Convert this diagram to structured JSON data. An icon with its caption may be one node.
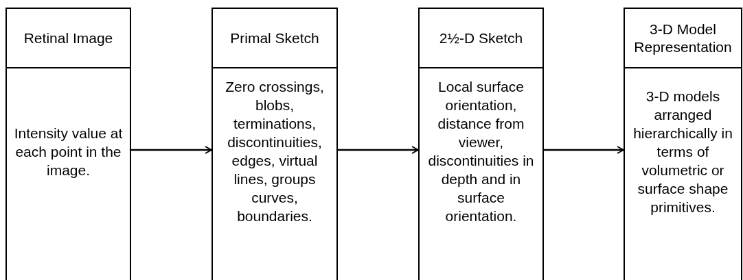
{
  "diagram": {
    "nodes": [
      {
        "text": [
          "Retinal Image",
          "Intensity value at each point in the image."
        ]
      },
      {
        "text": [
          "Primal Sketch",
          "Zero crossings, blobs, terminations, discontinuities, edges, virtual lines, groups curves, boundaries."
        ]
      },
      {
        "text": [
          "2½-D Sketch",
          "Local surface orientation, distance from viewer, discontinuities in depth and in surface orientation."
        ]
      },
      {
        "text": [
          "3-D Model Representation",
          "3-D models arranged hierarchically in terms of volumetric or surface shape primitives."
        ]
      }
    ],
    "edges": [
      {
        "from": 0,
        "to": 1,
        "arrow": "to"
      },
      {
        "from": 1,
        "to": 2,
        "arrow": "to"
      },
      {
        "from": 2,
        "to": 3,
        "arrow": "to"
      }
    ]
  }
}
